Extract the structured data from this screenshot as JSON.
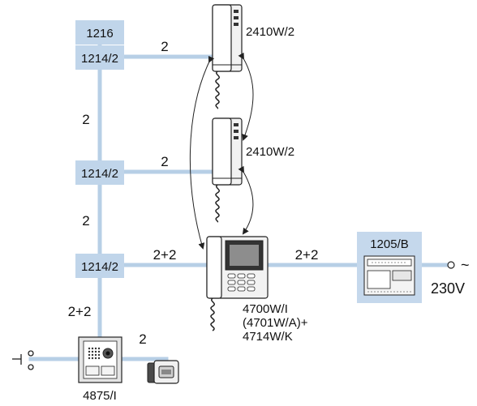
{
  "modules": {
    "psu_1216": "1216",
    "distributor_1": "1214/2",
    "distributor_2": "1214/2",
    "distributor_3": "1214/2",
    "psu_1205b": "1205/B"
  },
  "wires": {
    "branch_1": "2",
    "riser_1": "2",
    "branch_2": "2",
    "riser_2": "2",
    "branch_3": "2+2",
    "riser_3": "2+2",
    "monitor_to_psu": "2+2",
    "panel_to_lock": "2"
  },
  "devices": {
    "handset_1": "2410W/2",
    "handset_2": "2410W/2",
    "monitor_line1": "4700W/I",
    "monitor_line2": "(4701W/A)+",
    "monitor_line3": "4714W/K",
    "entrance_panel": "4875/I",
    "mains": "230V",
    "ac_symbol": "~"
  },
  "colors": {
    "wire": "#b7cfe6",
    "module_fill": "#c0d5ea",
    "module_large_fill": "#c5d8ec",
    "device_body": "#f2f2f2",
    "outline": "#222222"
  }
}
